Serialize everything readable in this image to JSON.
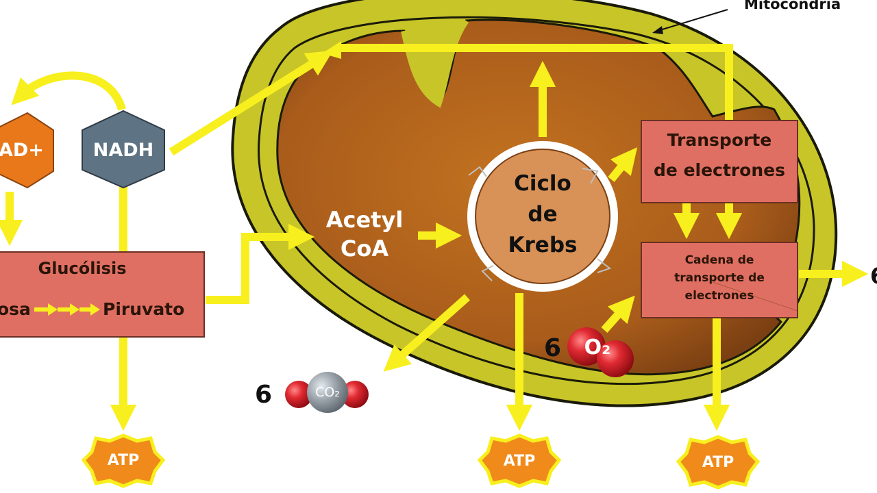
{
  "labels": {
    "mitochondria": "Mitocondria",
    "nad_plus": "AD+",
    "nadh": "NADH",
    "glycolysis": "Glucólisis",
    "glucose": "osa",
    "pyruvate": "Piruvato",
    "acetyl_line1": "Acetyl",
    "acetyl_line2": "CoA",
    "krebs_line1": "Ciclo",
    "krebs_line2": "de",
    "krebs_line3": "Krebs",
    "transport_line1": "Transporte",
    "transport_line2": "de electrones",
    "chain_line1": "Cadena de",
    "chain_line2": "transporte de",
    "chain_line3": "electrones",
    "co2_count": "6",
    "co2": "CO₂",
    "o2_count": "6",
    "o2": "O₂",
    "atp": "ATP",
    "output_partial": "6"
  },
  "colors": {
    "arrow_yellow": "#f8ef1e",
    "outer_membrane": "#c8c528",
    "matrix": "#b0621c",
    "box_fill": "#e06f63",
    "hexagon_orange": "#e8781a",
    "hexagon_slate": "#5e7383",
    "krebs_fill": "#d89156",
    "atp_orange": "#f08a1a",
    "atp_outline": "#f8ef1e",
    "oxygen_red": "#d81e2a",
    "carbon_gray": "#9aa3aa"
  }
}
